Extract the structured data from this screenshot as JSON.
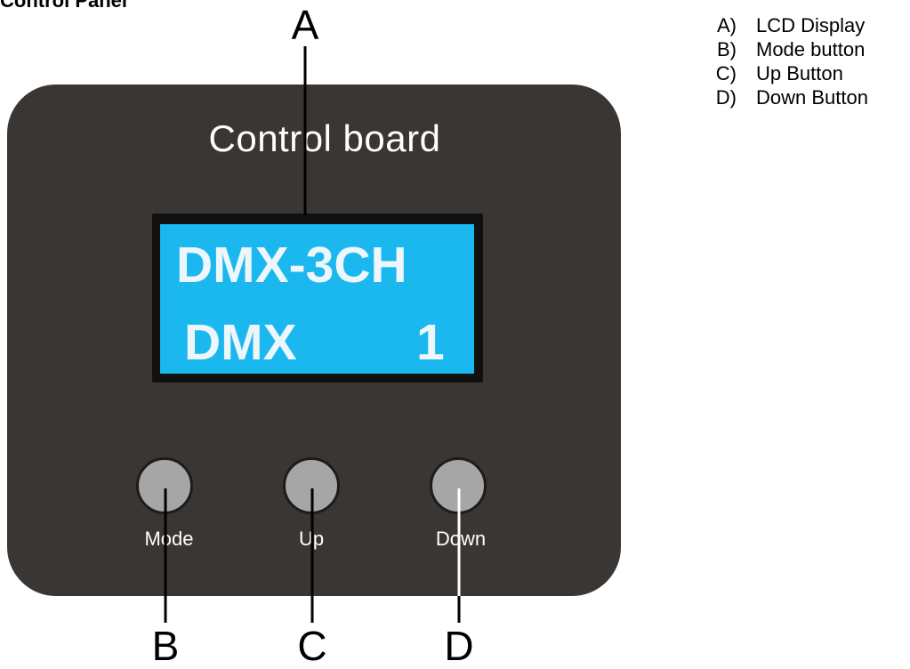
{
  "section_title": "Control Panel",
  "device": {
    "title": "Control board",
    "lcd": {
      "line1": "DMX-3CH",
      "line2_left": "DMX",
      "line2_right": "1"
    },
    "buttons": [
      {
        "label": "Mode"
      },
      {
        "label": "Up"
      },
      {
        "label": "Down"
      }
    ]
  },
  "callouts": [
    "A",
    "B",
    "C",
    "D"
  ],
  "legend": [
    {
      "key": "A)",
      "text": "LCD Display"
    },
    {
      "key": "B)",
      "text": "Mode button"
    },
    {
      "key": "C)",
      "text": "Up Button"
    },
    {
      "key": "D)",
      "text": "Down Button"
    }
  ],
  "colors": {
    "housing": "#3a3634",
    "lcd_background": "#1ab8ef",
    "lcd_text": "#ecf6fb",
    "button": "#a6a6a6"
  }
}
